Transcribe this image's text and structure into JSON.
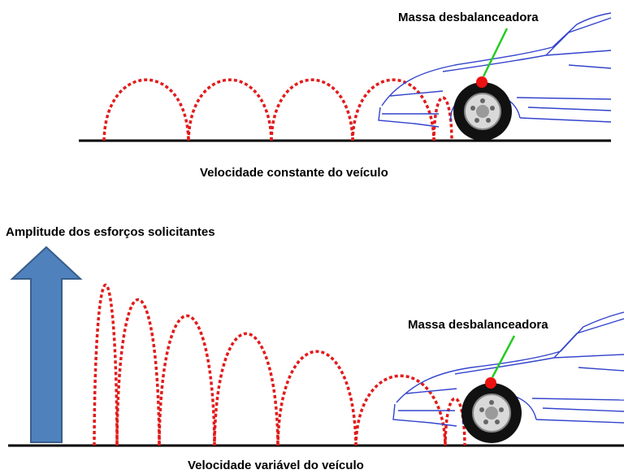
{
  "top_panel": {
    "mass_label": "Massa desbalanceadora",
    "caption": "Velocidade constante do veículo"
  },
  "bottom_panel": {
    "amplitude_label": "Amplitude dos esforços solicitantes",
    "mass_label": "Massa desbalanceadora",
    "caption": "Velocidade variável do veículo"
  },
  "colors": {
    "trajectory": "#e21b1b",
    "pointer": "#22cc22",
    "car_outline": "#3344cc",
    "arrow_fill": "#4f81bd",
    "arrow_stroke": "#385d8a",
    "ground": "#000000",
    "mass": "#ee1111"
  }
}
